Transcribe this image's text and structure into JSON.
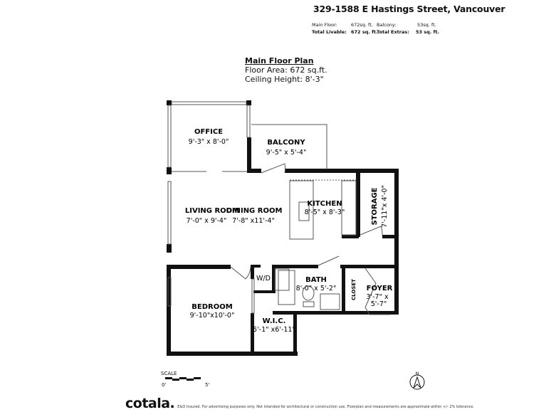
{
  "header": {
    "address": "329-1588 E Hastings Street, Vancouver",
    "main_floor_label": "Main Floor:",
    "main_floor_value": "672sq. ft.",
    "balcony_label": "Balcony:",
    "balcony_value": "53sq. ft.",
    "total_livable_label": "Total Livable:",
    "total_livable_value": "672 sq. ft.",
    "total_extras_label": "Total Extras:",
    "total_extras_value": "53 sq. ft."
  },
  "plan": {
    "title": "Main Floor Plan",
    "floor_area": "Floor Area: 672 sq.ft.",
    "ceiling_height": "Ceiling Height: 8'-3\"",
    "rooms": [
      {
        "name": "OFFICE",
        "dims": "9'-3\" x 8'-0\""
      },
      {
        "name": "BALCONY",
        "dims": "9'-5\" x 5'-4\""
      },
      {
        "name": "KITCHEN",
        "dims": "8'-5\" x 8'-3\""
      },
      {
        "name": "STORAGE",
        "dims": "7'-11\"x 4'-0\""
      },
      {
        "name": "LIVING ROOM",
        "dims": "7'-0\" x 9'-4\""
      },
      {
        "name": "DINING ROOM",
        "dims": "7'-8\" x11'-4\""
      },
      {
        "name": "W/D",
        "dims": ""
      },
      {
        "name": "BATH",
        "dims": "8'-0\" x 5'-2\""
      },
      {
        "name": "CLOSET",
        "dims": ""
      },
      {
        "name": "FOYER",
        "dims": "3'-7\" x",
        "dims2": "5'-7\""
      },
      {
        "name": "BEDROOM",
        "dims": "9'-10\"x10'-0\""
      },
      {
        "name": "W.I.C.",
        "dims": "5'-1\" x6'-11\""
      }
    ]
  },
  "scale": {
    "label": "SCALE",
    "start": "0'",
    "end": "5'"
  },
  "compass": {
    "north": "N"
  },
  "footer": {
    "logo": "cotala.",
    "disclaimer": "E&O Insured. For advertising purposes only. Not intended for architectural or construction use. Floorplan and measurements are approximate within +/- 2% tolerance."
  }
}
